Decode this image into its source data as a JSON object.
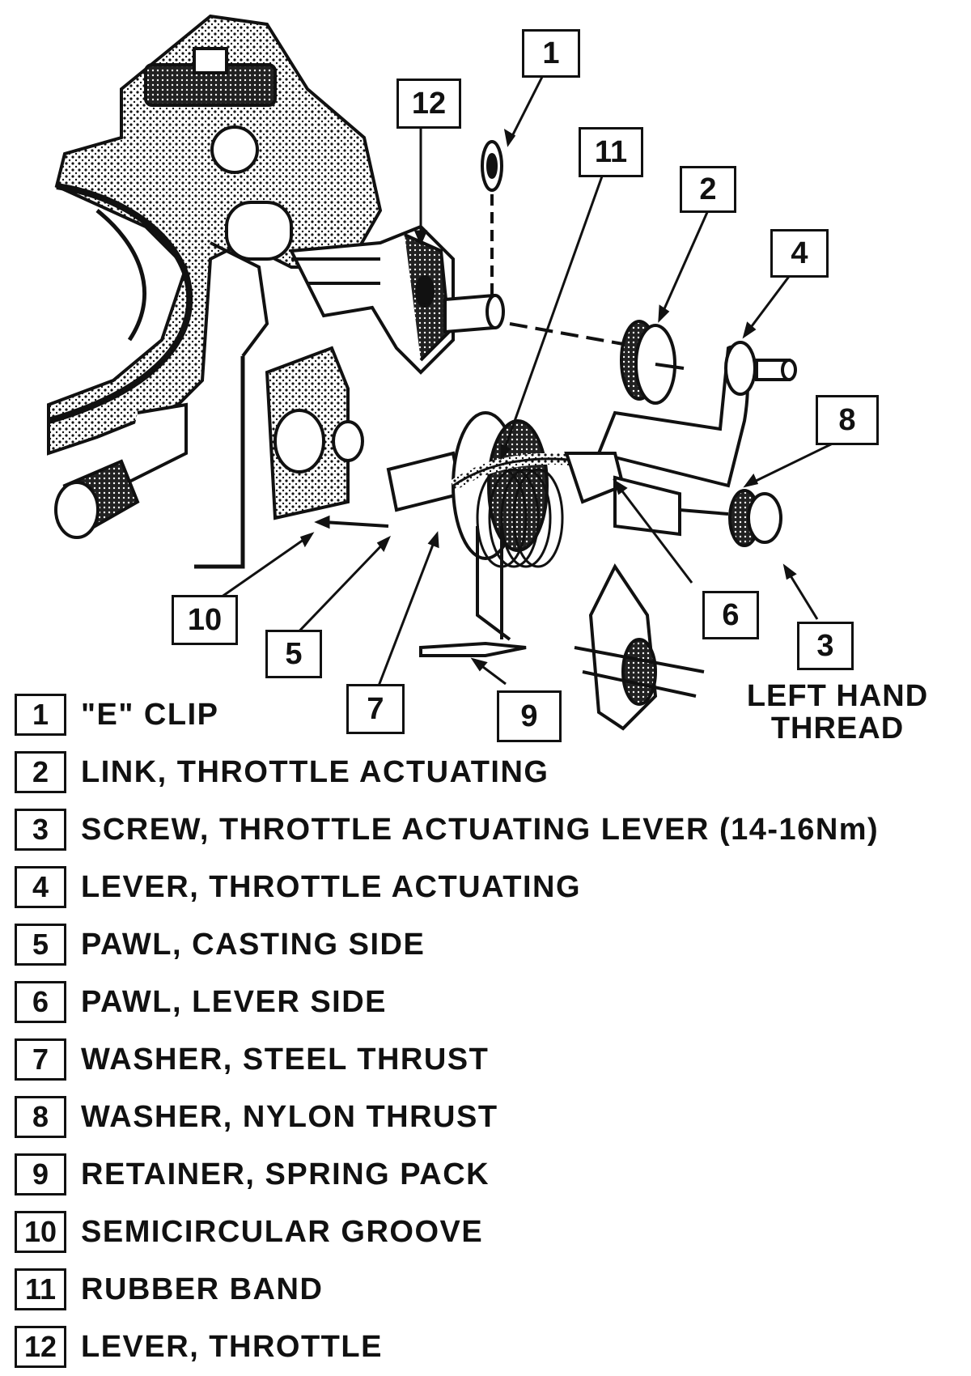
{
  "callouts": [
    {
      "id": "1",
      "label": "1"
    },
    {
      "id": "2",
      "label": "2"
    },
    {
      "id": "3",
      "label": "3"
    },
    {
      "id": "4",
      "label": "4"
    },
    {
      "id": "5",
      "label": "5"
    },
    {
      "id": "6",
      "label": "6"
    },
    {
      "id": "7",
      "label": "7"
    },
    {
      "id": "8",
      "label": "8"
    },
    {
      "id": "9",
      "label": "9"
    },
    {
      "id": "10",
      "label": "10"
    },
    {
      "id": "11",
      "label": "11"
    },
    {
      "id": "12",
      "label": "12"
    }
  ],
  "thread_note": {
    "line1": "LEFT HAND",
    "line2": "THREAD"
  },
  "legend": [
    {
      "num": "1",
      "text": "\"E\" CLIP"
    },
    {
      "num": "2",
      "text": "LINK, THROTTLE ACTUATING"
    },
    {
      "num": "3",
      "text": "SCREW, THROTTLE ACTUATING LEVER (14-16Nm)"
    },
    {
      "num": "4",
      "text": "LEVER, THROTTLE ACTUATING"
    },
    {
      "num": "5",
      "text": "PAWL, CASTING SIDE"
    },
    {
      "num": "6",
      "text": "PAWL, LEVER SIDE"
    },
    {
      "num": "7",
      "text": "WASHER, STEEL THRUST"
    },
    {
      "num": "8",
      "text": "WASHER, NYLON THRUST"
    },
    {
      "num": "9",
      "text": "RETAINER, SPRING PACK"
    },
    {
      "num": "10",
      "text": "SEMICIRCULAR GROOVE"
    },
    {
      "num": "11",
      "text": "RUBBER BAND"
    },
    {
      "num": "12",
      "text": "LEVER, THROTTLE"
    }
  ],
  "colors": {
    "ink": "#111111",
    "paper": "#ffffff",
    "shade": "#555555"
  }
}
